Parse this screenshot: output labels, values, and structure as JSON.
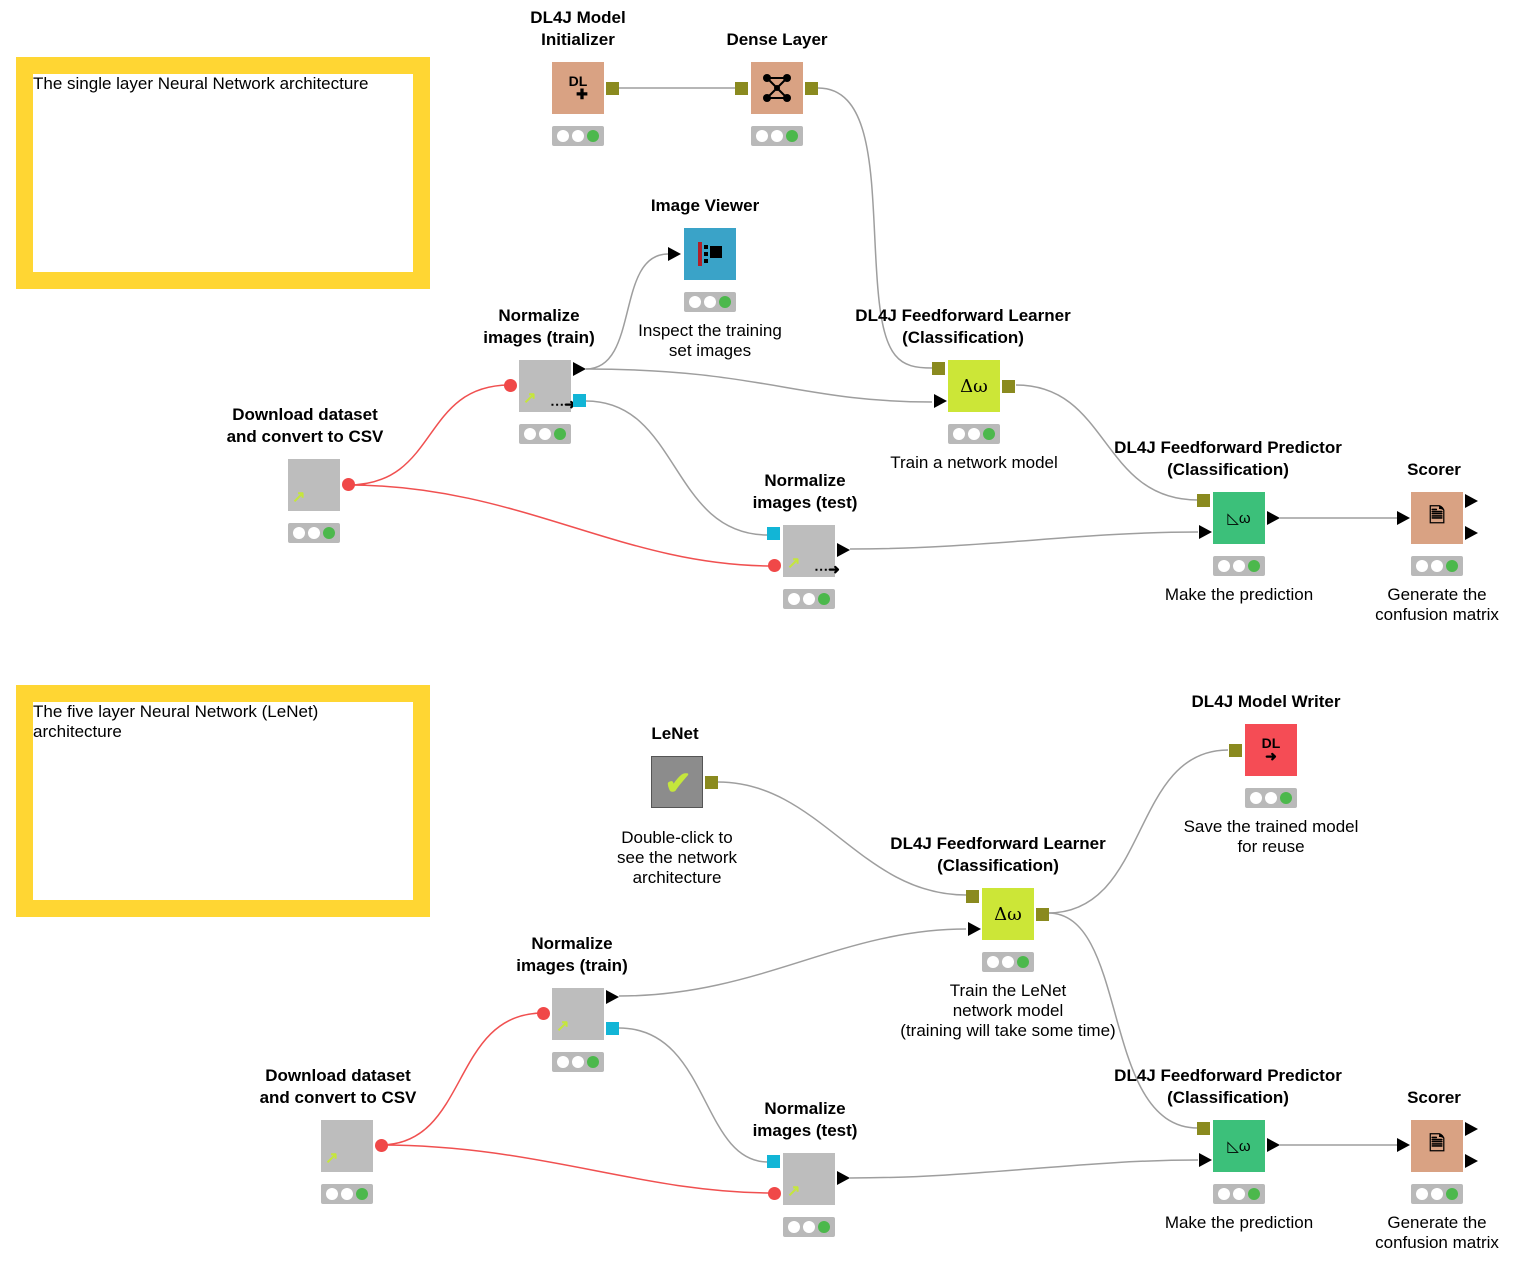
{
  "colors": {
    "annotation_border": "#ffd633",
    "reader_node": "#bdbdbd",
    "manipulator_node": "#bdbdbd",
    "learner_node": "#cce637",
    "predictor_node": "#3cc07a",
    "scorer_node": "#d9a283",
    "model_init_node": "#d9a283",
    "viewer_node": "#3aa3c8",
    "writer_node": "#f54c55",
    "data_port_red": "#f04848",
    "model_port": "#8a8a1f",
    "image_port": "#12b5d6",
    "data_edge": "#f05050",
    "model_edge": "#9e9e9e"
  },
  "workflow1": {
    "annotation": "The single layer Neural Network architecture",
    "nodes": {
      "model_init": {
        "title": "DL4J Model\nInitializer",
        "icon": "dl-plus-icon"
      },
      "dense": {
        "title": "Dense Layer",
        "icon": "network-icon"
      },
      "image_viewer": {
        "title": "Image Viewer",
        "caption": "Inspect the training\nset images",
        "icon": "image-viewer-icon"
      },
      "norm_train": {
        "title": "Normalize\nimages (train)",
        "icon": "normalize-icon"
      },
      "learner": {
        "title": "DL4J Feedforward Learner\n(Classification)",
        "caption": "Train a network model",
        "icon": "learner-icon"
      },
      "download": {
        "title": "Download dataset\nand convert to CSV",
        "icon": "metanode-icon"
      },
      "norm_test": {
        "title": "Normalize\nimages (test)",
        "icon": "normalize-icon"
      },
      "predictor": {
        "title": "DL4J Feedforward Predictor\n(Classification)",
        "caption": "Make the prediction",
        "icon": "predictor-icon"
      },
      "scorer": {
        "title": "Scorer",
        "caption": "Generate the\nconfusion matrix",
        "icon": "scorer-icon"
      }
    }
  },
  "workflow2": {
    "annotation": "The five layer Neural Network (LeNet)\narchitecture",
    "nodes": {
      "lenet": {
        "title": "LeNet",
        "caption": "Double-click to\nsee the network\narchitecture",
        "icon": "checkmark-icon"
      },
      "writer": {
        "title": "DL4J Model Writer",
        "caption": "Save the trained model\nfor reuse",
        "icon": "dl-arrow-icon"
      },
      "learner": {
        "title": "DL4J Feedforward Learner\n(Classification)",
        "caption": "Train the LeNet\nnetwork model\n(training will take some time)",
        "icon": "learner-icon"
      },
      "norm_train": {
        "title": "Normalize\nimages (train)",
        "icon": "normalize-icon"
      },
      "download": {
        "title": "Download dataset\nand convert to CSV",
        "icon": "metanode-icon"
      },
      "norm_test": {
        "title": "Normalize\nimages (test)",
        "icon": "normalize-icon"
      },
      "predictor": {
        "title": "DL4J Feedforward Predictor\n(Classification)",
        "caption": "Make the prediction",
        "icon": "predictor-icon"
      },
      "scorer": {
        "title": "Scorer",
        "caption": "Generate the\nconfusion matrix",
        "icon": "scorer-icon"
      }
    }
  }
}
